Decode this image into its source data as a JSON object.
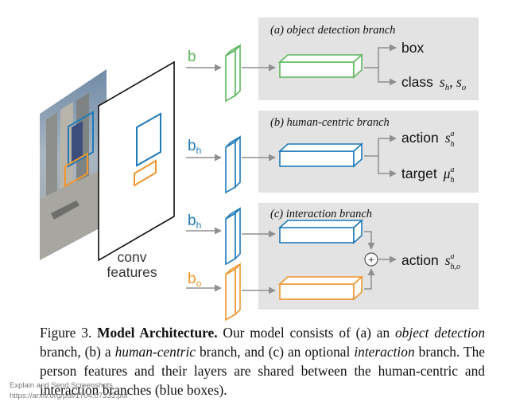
{
  "panels": {
    "detection_title": "(a) object detection branch",
    "human_title": "(b) human-centric branch",
    "interaction_title": "(c) interaction branch"
  },
  "inputs": {
    "b": "b",
    "bh_1": "b",
    "bh_1_sub": "h",
    "bh_2": "b",
    "bh_2_sub": "h",
    "bo": "b",
    "bo_sub": "o"
  },
  "outputs": {
    "box": "box",
    "class": "class",
    "class_sym_1": "s",
    "class_sym_1_sub": "h",
    "class_sep": ", ",
    "class_sym_2": "s",
    "class_sym_2_sub": "o",
    "action_h": "action",
    "action_h_sym": "s",
    "action_h_sup": "a",
    "action_h_sub": "h",
    "target": "target",
    "target_sym": "μ",
    "target_sup": "a",
    "target_sub": "h",
    "action_ho": "action",
    "action_ho_sym": "s",
    "action_ho_sup": "a",
    "action_ho_sub": "h,o",
    "plus": "+"
  },
  "conv_label_1": "conv",
  "conv_label_2": "features",
  "caption": {
    "figure": "Figure 3.",
    "heading": "Model Architecture.",
    "t1": " Our model consists of (a) an ",
    "t2": "object detection",
    "t3": " branch, (b) a ",
    "t4": "human-centric",
    "t5": " branch, and (c) an optional ",
    "t6": "interaction",
    "t7": " branch. The person features and their layers are shared between the human-centric and interaction branches (blue boxes)."
  },
  "watermark": {
    "line1": "Explain and Send Screenshots",
    "line2": "https://arxiv.org/pdf/1704.07333.pdf"
  },
  "colors": {
    "green": "#5cb85c",
    "blue": "#1f7ab8",
    "orange": "#f0962d",
    "panel": "#e3e3e3",
    "arrow": "#9a9a9a"
  }
}
